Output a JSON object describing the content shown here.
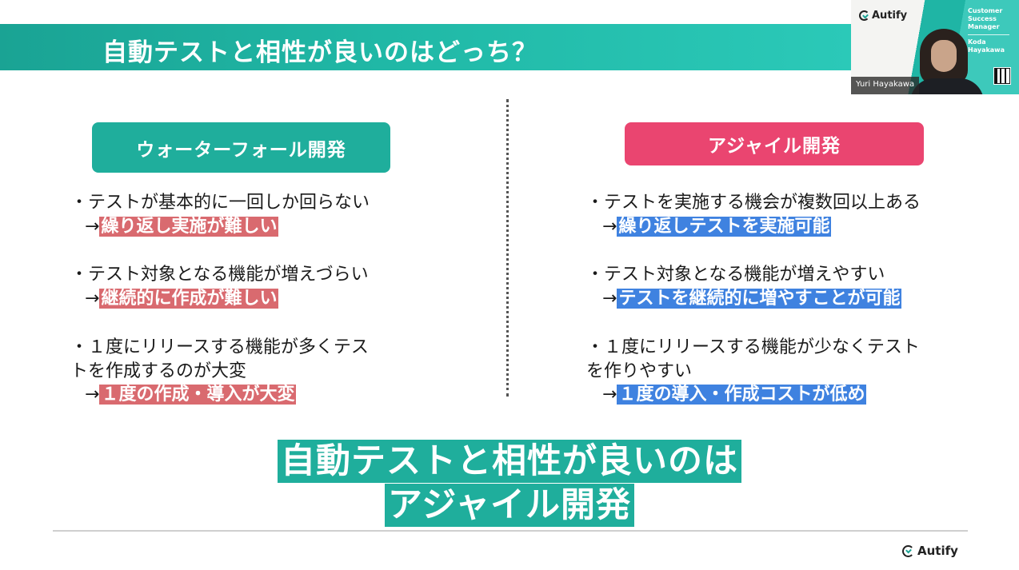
{
  "slide": {
    "title": "自動テストと相性が良いのはどっち？",
    "logo_text": "Autify"
  },
  "presenter": {
    "logo_text": "Autify",
    "name_label": "Yuri Hayakawa",
    "role_line1": "Customer",
    "role_line2": "Success",
    "role_line3": "Manager",
    "person_line1": "Koda",
    "person_line2": "Hayakawa"
  },
  "left_column": {
    "header": "ウォーターフォール開発",
    "items": [
      {
        "point": "・テストが基本的に一回しか回らない",
        "arrow": "→",
        "result": "繰り返し実施が難しい"
      },
      {
        "point": "・テスト対象となる機能が増えづらい",
        "arrow": "→",
        "result": "継続的に作成が難しい"
      },
      {
        "point": "・１度にリリースする機能が多くテス",
        "point2": "トを作成するのが大変",
        "arrow": "→",
        "result": "１度の作成・導入が大変"
      }
    ]
  },
  "right_column": {
    "header": "アジャイル開発",
    "items": [
      {
        "point": "・テストを実施する機会が複数回以上ある",
        "arrow": "→",
        "result": "繰り返しテストを実施可能"
      },
      {
        "point": "・テスト対象となる機能が増えやすい",
        "arrow": "→",
        "result": "テストを継続的に増やすことが可能"
      },
      {
        "point": "・１度にリリースする機能が少なくテスト",
        "point2": "を作りやすい",
        "arrow": "→",
        "result": "１度の導入・作成コストが低め"
      }
    ]
  },
  "conclusion": {
    "line1": "自動テストと相性が良いのは",
    "line2": "アジャイル開発"
  },
  "colors": {
    "teal": "#1fae9c",
    "pink": "#ea4570",
    "red_highlight": "#d96a6f",
    "blue_highlight": "#3f82e0"
  }
}
